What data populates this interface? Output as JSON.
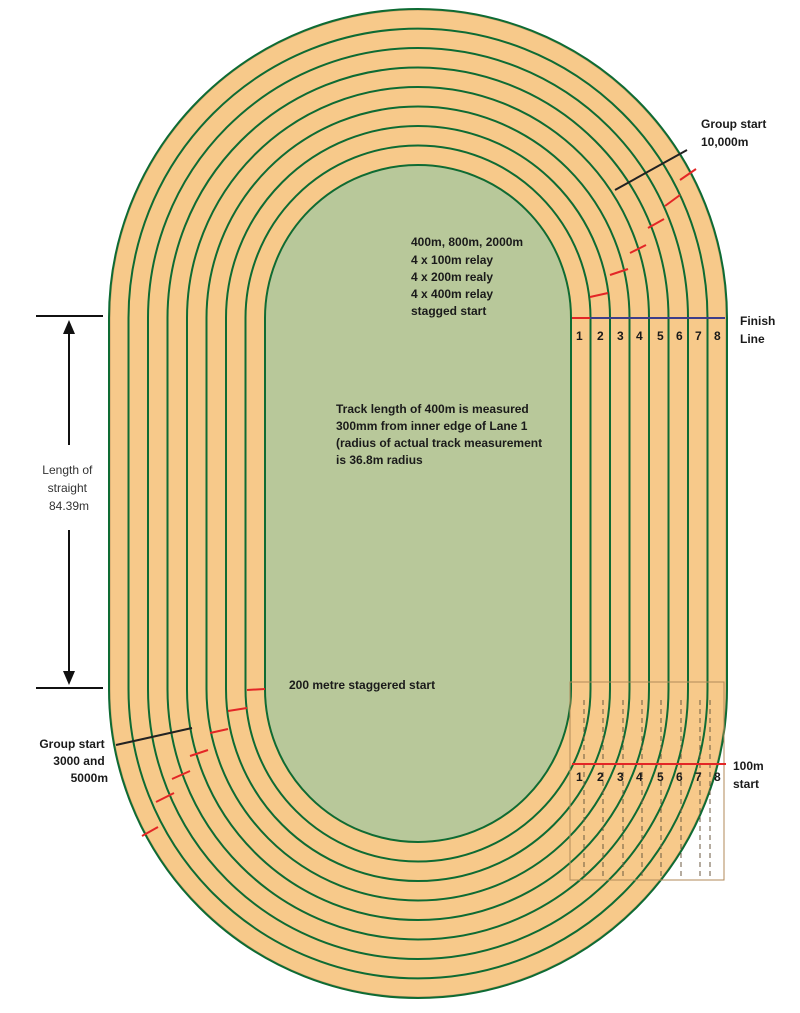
{
  "colors": {
    "track": "#f7c98a",
    "track_edge": "#c9a06a",
    "infield": "#b8c89a",
    "lane_line": "#0e6b33",
    "stagger": "#e32626",
    "finish_line": "#3e3e8a",
    "group_start": "#222222",
    "text": "#1a1a1a"
  },
  "labels": {
    "group_start_10000": [
      "Group start",
      "10,000m"
    ],
    "finish_line": [
      "Finish",
      "Line"
    ],
    "relay_note": [
      "400m, 800m, 2000m",
      "4 x 100m relay",
      "4 x 200m realy",
      "4 x 400m relay",
      "stagged start"
    ],
    "measurement_note": [
      "Track length of 400m is measured",
      "300mm from inner edge of Lane 1",
      "(radius of actual track measurement",
      "is 36.8m radius"
    ],
    "straight_length": [
      "Length of",
      "straight",
      "84.39m"
    ],
    "staggered_200": "200 metre staggered start",
    "group_start_3000_5000": [
      "Group start",
      "3000 and",
      "5000m"
    ],
    "start_100m": [
      "100m",
      "start"
    ]
  },
  "lane_numbers": [
    "1",
    "2",
    "3",
    "4",
    "5",
    "6",
    "7",
    "8"
  ]
}
